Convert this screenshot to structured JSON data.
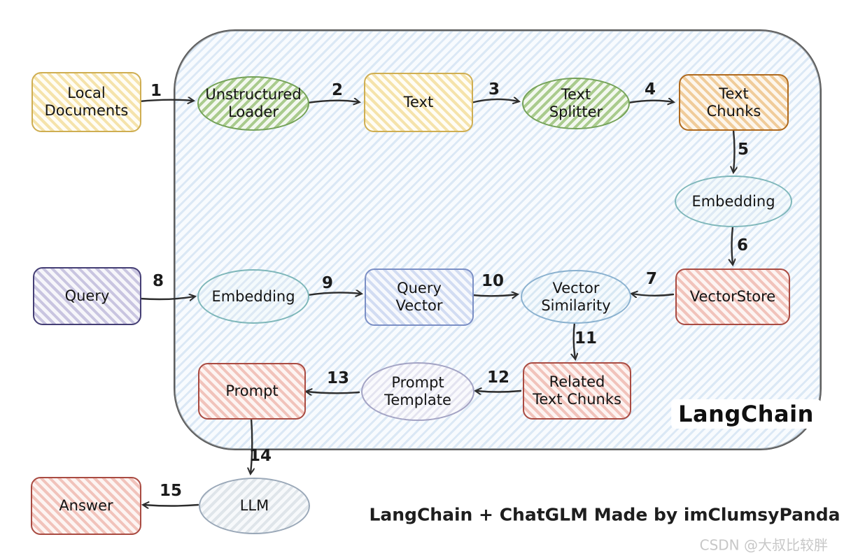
{
  "diagram": {
    "container_label": "LangChain",
    "caption": "LangChain + ChatGLM Made by imClumsyPanda",
    "watermark": "CSDN @大叔比较胖",
    "nodes": {
      "local_documents": {
        "label": "Local\nDocuments",
        "shape": "rect",
        "accent": "#cfae52"
      },
      "unstructured_loader": {
        "label": "Unstructured\nLoader",
        "shape": "ellipse",
        "accent": "#74a258"
      },
      "text": {
        "label": "Text",
        "shape": "rect",
        "accent": "#cfae52"
      },
      "text_splitter": {
        "label": "Text\nSplitter",
        "shape": "ellipse",
        "accent": "#74a258"
      },
      "text_chunks": {
        "label": "Text\nChunks",
        "shape": "rect",
        "accent": "#b06a1e"
      },
      "embedding_top": {
        "label": "Embedding",
        "shape": "ellipse",
        "accent": "#7db6b9"
      },
      "vectorstore": {
        "label": "VectorStore",
        "shape": "rect",
        "accent": "#a94b42"
      },
      "query": {
        "label": "Query",
        "shape": "rect",
        "accent": "#453f75"
      },
      "embedding_mid": {
        "label": "Embedding",
        "shape": "ellipse",
        "accent": "#7db6b9"
      },
      "query_vector": {
        "label": "Query\nVector",
        "shape": "rect",
        "accent": "#7b8fc5"
      },
      "vector_similarity": {
        "label": "Vector\nSimilarity",
        "shape": "ellipse",
        "accent": "#8ab1cf"
      },
      "related_text_chunks": {
        "label": "Related\nText Chunks",
        "shape": "rect",
        "accent": "#a94b42"
      },
      "prompt_template": {
        "label": "Prompt\nTemplate",
        "shape": "ellipse",
        "accent": "#a3a3c4"
      },
      "prompt": {
        "label": "Prompt",
        "shape": "rect",
        "accent": "#a94b42"
      },
      "llm": {
        "label": "LLM",
        "shape": "ellipse",
        "accent": "#9aa8b8"
      },
      "answer": {
        "label": "Answer",
        "shape": "rect",
        "accent": "#a94b42"
      }
    },
    "arrow_labels": [
      "1",
      "2",
      "3",
      "4",
      "5",
      "6",
      "7",
      "8",
      "9",
      "10",
      "11",
      "12",
      "13",
      "14",
      "15"
    ]
  }
}
